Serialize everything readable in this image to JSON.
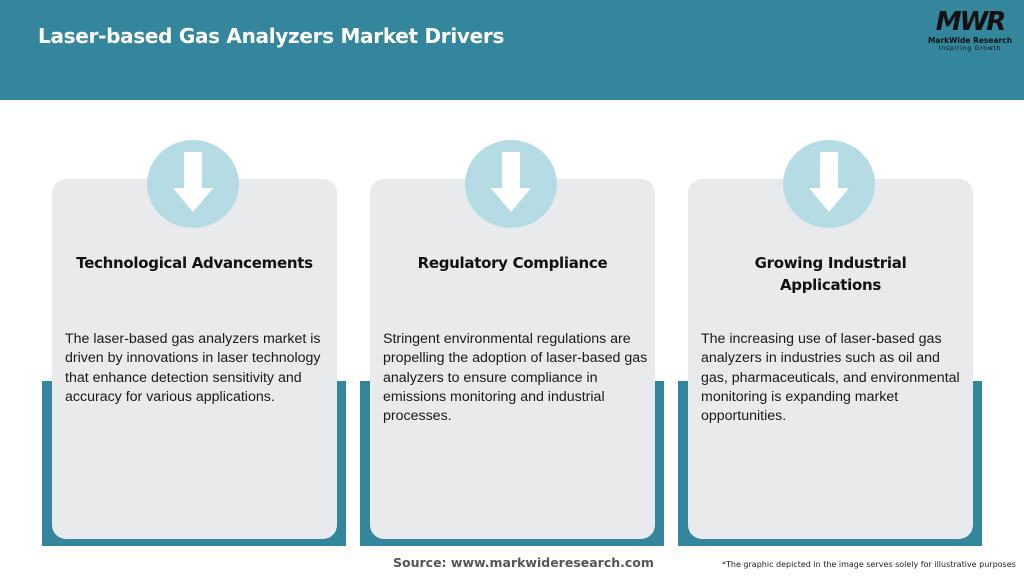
{
  "header": {
    "title": "Laser-based Gas Analyzers Market Drivers",
    "logo": {
      "mark": "MWR",
      "name": "MarkWide Research",
      "tagline": "Inspiring Growth"
    }
  },
  "colors": {
    "header_bg": "#33869b",
    "card_bg": "#e8eaec",
    "icon_circle": "#b5dce5",
    "card_accent": "#33869b"
  },
  "cards": [
    {
      "icon": "arrow-down-icon",
      "title": "Technological Advancements",
      "text": "The laser-based gas analyzers market is driven by innovations in laser technology that enhance detection sensitivity and accuracy for various applications."
    },
    {
      "icon": "arrow-down-icon",
      "title": "Regulatory Compliance",
      "text": "Stringent environmental regulations are propelling the adoption of laser-based gas analyzers to ensure compliance in emissions monitoring and industrial processes."
    },
    {
      "icon": "arrow-down-icon",
      "title": "Growing Industrial Applications",
      "text": "The increasing use of laser-based gas analyzers in industries such as oil and gas, pharmaceuticals, and environmental monitoring is expanding market opportunities."
    }
  ],
  "footer": {
    "source": "Source: www.markwideresearch.com",
    "disclaimer": "*The graphic depicted in the image serves solely for illustrative purposes"
  }
}
